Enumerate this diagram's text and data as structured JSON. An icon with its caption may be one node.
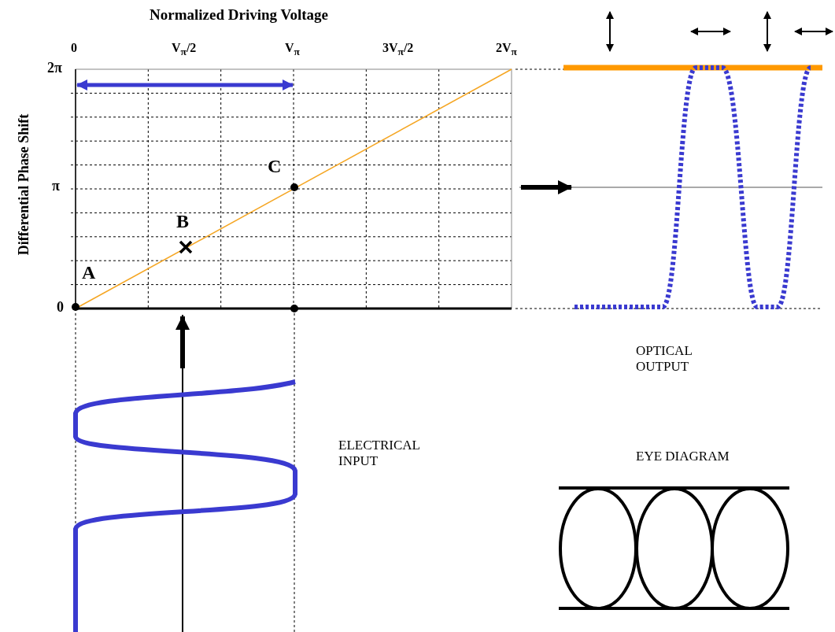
{
  "diagram": {
    "labels": [
      "Normalized Driving Voltage",
      "0",
      "V$_{π}$/2",
      "V$_{π}$",
      "3V$_{π}$/2",
      "2V$_{π}$",
      "2π",
      "π",
      "0",
      "Differential Phase Shift",
      "C",
      "B",
      "A",
      "OPTICAL OUTPUT",
      "ELECTRICAL INPUT",
      "EYE DIAGRAM"
    ]
  }
}
